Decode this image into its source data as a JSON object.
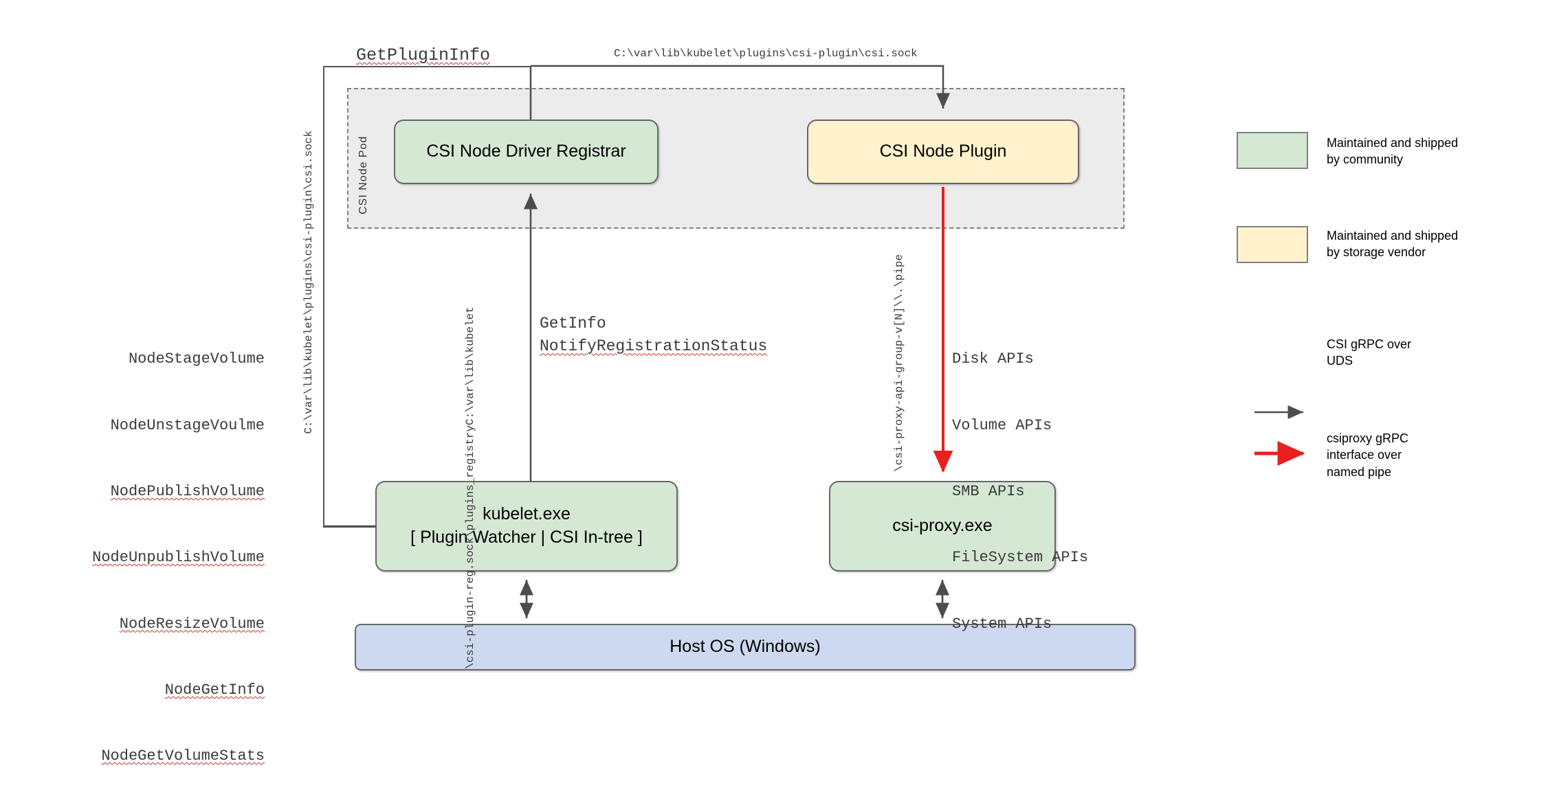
{
  "diagram": {
    "title_hidden": "",
    "colors": {
      "community_green": "#d5e8d4",
      "vendor_yellow": "#fff2cc",
      "host_blue": "#cdd9f0",
      "pod_gray": "#ececec",
      "arrow_gray": "#4d4d4d",
      "arrow_red": "#e8201f",
      "spell_red": "#c9302c"
    },
    "pod": {
      "label": "CSI Node Pod"
    },
    "boxes": {
      "registrar": "CSI Node Driver Registrar",
      "node_plugin": "CSI Node Plugin",
      "kubelet_line1": "kubelet.exe",
      "kubelet_line2": "[ Plugin Watcher | CSI In-tree ]",
      "csi_proxy": "csi-proxy.exe",
      "host_os": "Host OS (Windows)"
    },
    "labels": {
      "get_plugin_info": "GetPluginInfo",
      "csi_sock_path_top": "C:\\var\\lib\\kubelet\\plugins\\csi-plugin\\csi.sock",
      "csi_sock_path_vertical": "C:\\var\\lib\\kubelet\\plugins\\csi-plugin\\csi.sock",
      "registry_path_lines": [
        "C:\\var\\lib\\kubelet",
        "\\plugins_registry",
        "\\csi-plugin-reg.sock"
      ],
      "get_info": "GetInfo",
      "notify_registration_status": "NotifyRegistrationStatus",
      "pipe_lines": [
        "\\\\.\\pipe",
        "\\csi-proxy-api-group-v[N]"
      ]
    },
    "node_apis": [
      "NodeStageVolume",
      "NodeUnstageVoulme",
      "NodePublishVolume",
      "NodeUnpublishVolume",
      "NodeResizeVolume",
      "NodeGetInfo",
      "NodeGetVolumeStats"
    ],
    "proxy_apis": [
      "Disk APIs",
      "Volume APIs",
      "SMB APIs",
      "FileSystem APIs",
      "System APIs"
    ],
    "legend": [
      {
        "kind": "swatch-green",
        "text": "Maintained and shipped\nby community"
      },
      {
        "kind": "swatch-yellow",
        "text": "Maintained and shipped\nby storage vendor"
      },
      {
        "kind": "arrow-gray",
        "text": "CSI gRPC over\nUDS"
      },
      {
        "kind": "arrow-red",
        "text": "csiproxy gRPC\ninterface over\nnamed pipe"
      }
    ]
  }
}
